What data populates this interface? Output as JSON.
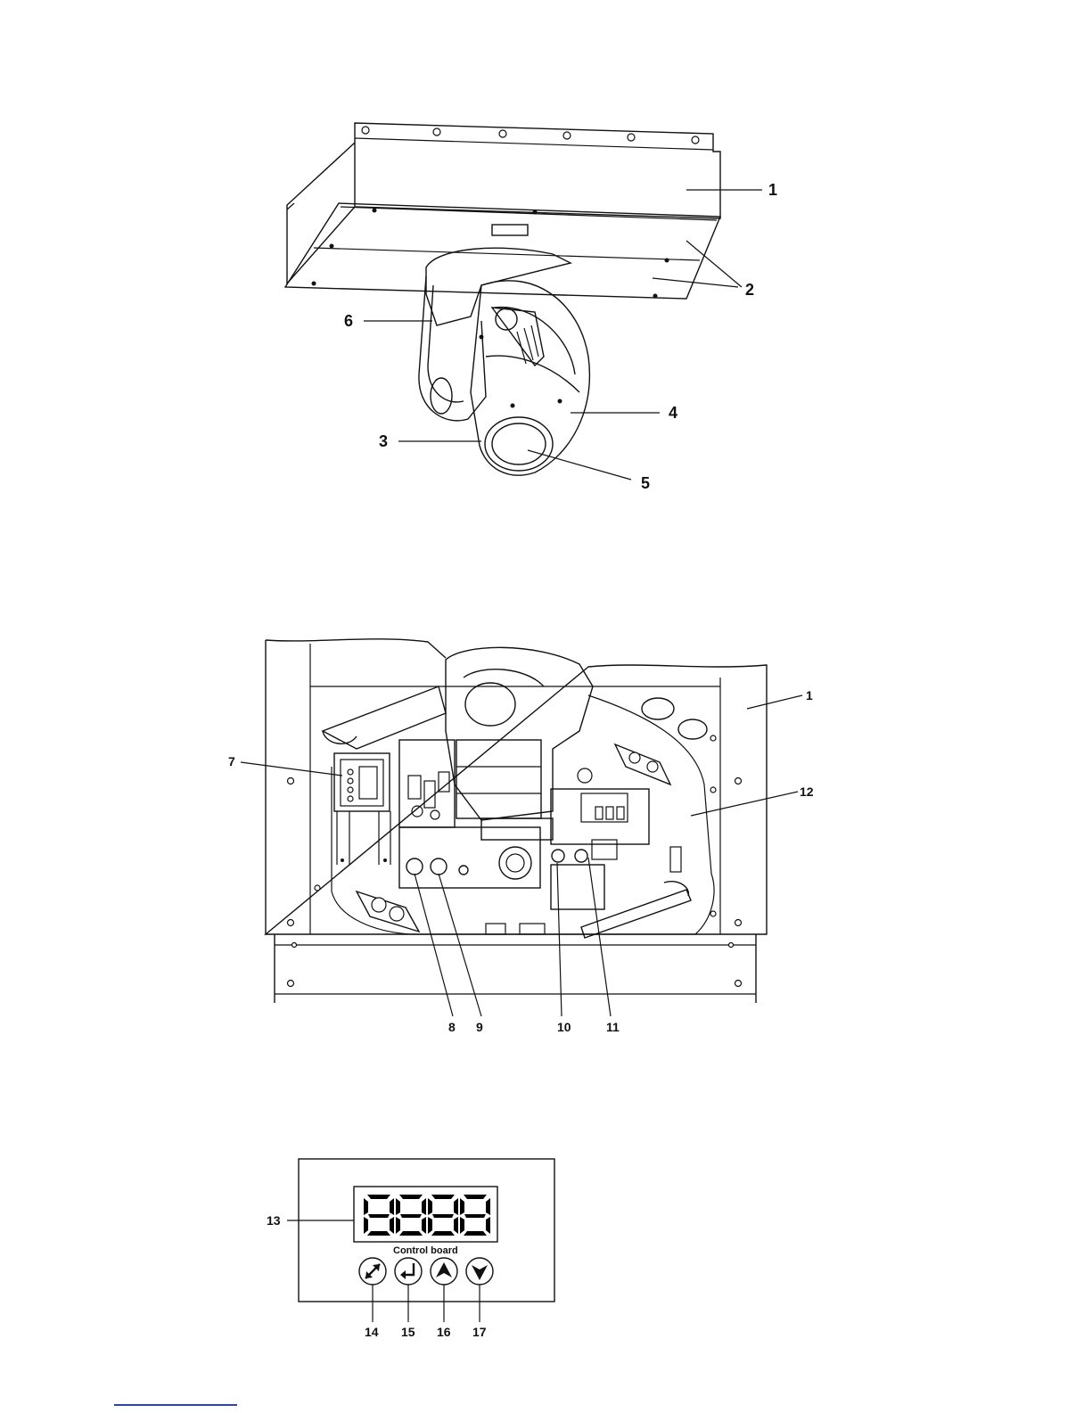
{
  "figure1": {
    "labels": [
      "1",
      "2",
      "3",
      "4",
      "5",
      "6"
    ]
  },
  "figure2": {
    "labels": [
      "1",
      "7",
      "12",
      "8",
      "9",
      "10",
      "11"
    ]
  },
  "figure3": {
    "display_label": "13",
    "board_text": "Control board",
    "button_labels": [
      "14",
      "15",
      "16",
      "17"
    ],
    "button_icons": [
      "double-arrow-icon",
      "enter-icon",
      "up-arrow-icon",
      "down-arrow-icon"
    ]
  },
  "colors": {
    "ink": "#111111",
    "link": "#2b3fcf"
  }
}
